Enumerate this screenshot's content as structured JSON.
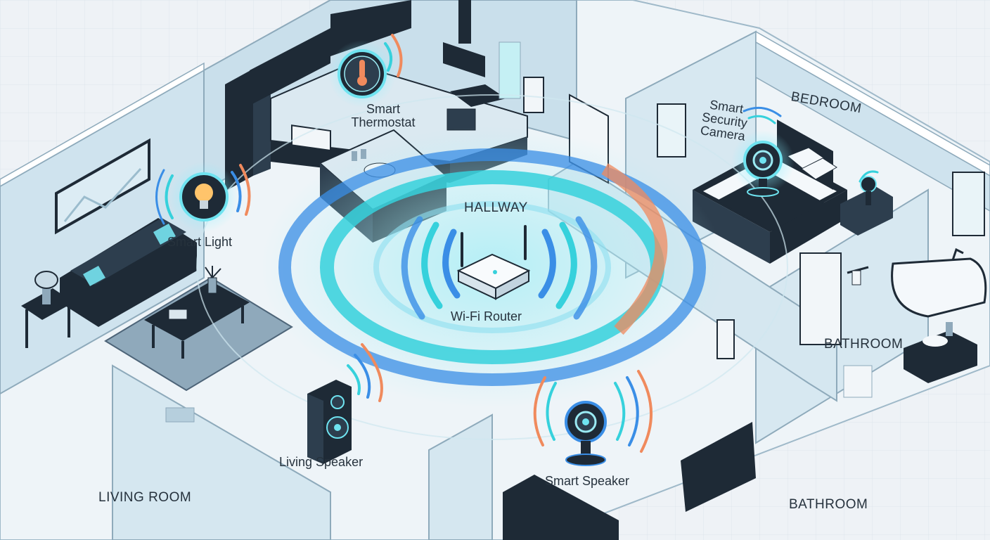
{
  "colors": {
    "background": "#eef2f6",
    "wall": "#cfe3ee",
    "floor": "#eef4f8",
    "furniture": "#1e2a36",
    "signal_cyan": "#36d1dc",
    "signal_blue": "#3a8ee6",
    "signal_orange": "#f08a5d",
    "label": "#26323d"
  },
  "rooms": {
    "hallway": "HALLWAY",
    "bedroom": "BEDROOM",
    "bathroom_upper": "BATHROOM",
    "living_room": "LIVING ROOM",
    "bathroom_lower": "BATHROOM"
  },
  "devices": {
    "router": {
      "label": "Wi-Fi Router",
      "icon": "router-icon"
    },
    "thermostat": {
      "label": "Smart\nThermostat",
      "icon": "thermometer-icon"
    },
    "light": {
      "label": "Smart Light",
      "icon": "light-bulb-icon"
    },
    "camera": {
      "label": "Smart\nSecurity\nCamera",
      "icon": "camera-icon"
    },
    "living_speaker": {
      "label": "Living Speaker",
      "icon": "speaker-icon"
    },
    "smart_speaker": {
      "label": "Smart Speaker",
      "icon": "camera-speaker-icon"
    }
  }
}
